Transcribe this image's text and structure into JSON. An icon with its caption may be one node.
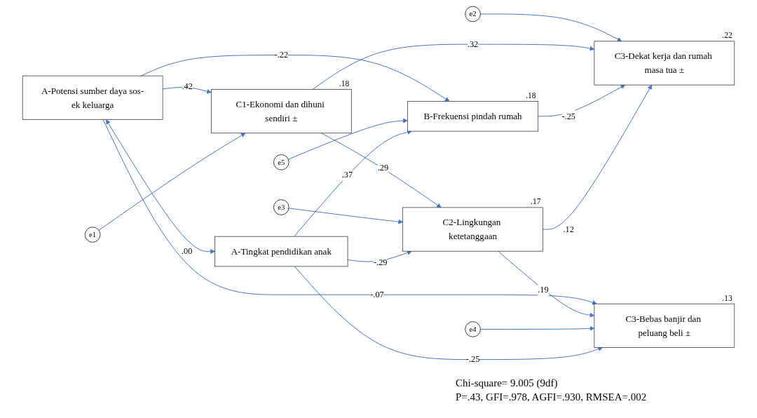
{
  "diagram": {
    "nodes": [
      {
        "text": [
          "A-Potensi sumber daya sos-ek keluarga"
        ]
      },
      {
        "text": [
          "e1"
        ]
      },
      {
        "text": [
          "C1-Ekonomi dan dihuni sendiri ±"
        ],
        "beside": [
          ".18"
        ]
      },
      {
        "text": [
          "e2"
        ]
      },
      {
        "text": [
          "C3-Dekat kerja dan rumah masa tua ±"
        ],
        "beside": [
          ".22"
        ]
      },
      {
        "text": [
          "B-Frekuensi pindah rumah"
        ],
        "beside": [
          ".18"
        ]
      },
      {
        "text": [
          "e5"
        ]
      },
      {
        "text": [
          "C2-Lingkungan ketetanggaan"
        ],
        "beside": [
          ".17"
        ]
      },
      {
        "text": [
          "e3"
        ]
      },
      {
        "text": [
          "e4"
        ]
      },
      {
        "text": [
          "A-Tingkat pendidikan anak"
        ]
      },
      {
        "text": [
          "C3-Bebas banjir dan peluang beli ±"
        ],
        "beside": [
          ".13"
        ]
      }
    ],
    "edges": [
      {
        "from": 0,
        "to": 10,
        "arrow": "both",
        "label": ".00"
      },
      {
        "from": 0,
        "to": 2,
        "arrow": "to",
        "label": ".42"
      },
      {
        "from": 1,
        "to": 2,
        "arrow": "to"
      },
      {
        "from": 3,
        "to": 4,
        "arrow": "to"
      },
      {
        "from": 2,
        "to": 4,
        "arrow": "to",
        "label": ".32"
      },
      {
        "from": 0,
        "to": 5,
        "arrow": "to",
        "label": "-.22"
      },
      {
        "from": 5,
        "to": 4,
        "arrow": "to",
        "label": "-.25"
      },
      {
        "from": 2,
        "to": 7,
        "arrow": "to",
        "label": ".29"
      },
      {
        "from": 7,
        "to": 4,
        "arrow": "to",
        "label": ".12"
      },
      {
        "from": 6,
        "to": 5,
        "arrow": "to"
      },
      {
        "from": 8,
        "to": 7,
        "arrow": "to"
      },
      {
        "from": 0,
        "to": 11,
        "arrow": "to",
        "label": "-.07"
      },
      {
        "from": 10,
        "to": 5,
        "arrow": "to",
        "label": ".37"
      },
      {
        "from": 10,
        "to": 7,
        "arrow": "to",
        "label": "-.29"
      },
      {
        "from": 7,
        "to": 11,
        "arrow": "to",
        "label": ".19"
      },
      {
        "from": 9,
        "to": 11,
        "arrow": "to"
      },
      {
        "from": 10,
        "to": 11,
        "arrow": "to",
        "label": "-.25"
      }
    ],
    "labels": [
      "Chi-square= 9.005 (9df)",
      "P=.43, GFI=.978, AGFI=.930, RMSEA=.002"
    ]
  }
}
